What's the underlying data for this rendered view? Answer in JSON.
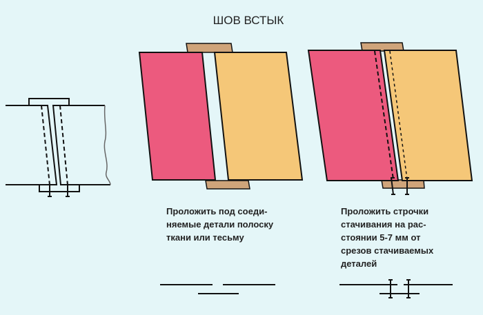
{
  "title": "ШОВ ВСТЫК",
  "step1": {
    "caption": "Проложить под соеди-\nняемые детали полоску\nткани или тесьму"
  },
  "step2": {
    "caption": "Проложить строчки\nстачивания на рас-\nстоянии 5-7 мм от\nсрезов стачиваемых\nдеталей"
  },
  "colors": {
    "background": "#e4f6f8",
    "left_piece": "#ec5a7e",
    "right_piece": "#f5c778",
    "strip": "#cfa47a"
  }
}
